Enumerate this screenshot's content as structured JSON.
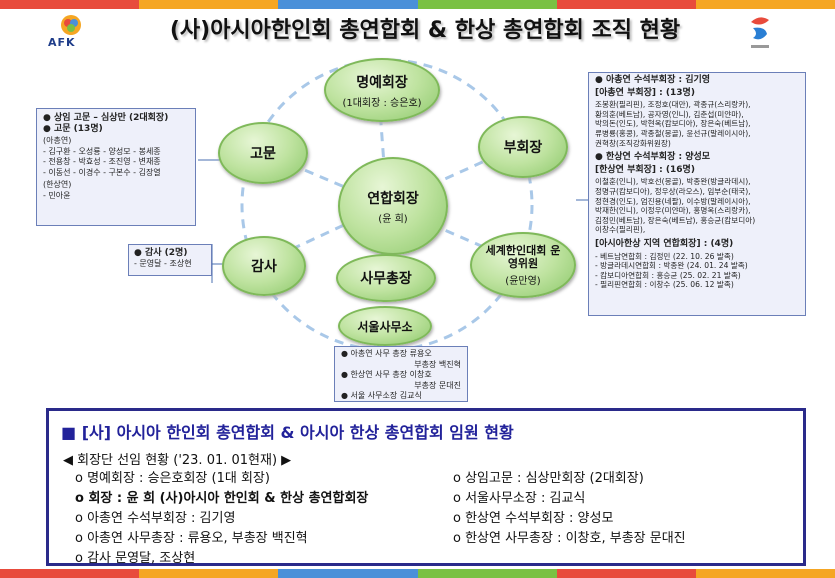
{
  "header": {
    "title": "(사)아시아한인회 총연합회 & 한상 총연합회 조직 현황",
    "logo_left_text": "AFK",
    "colors": {
      "green": "#8cc86a",
      "navy": "#2a2a8a",
      "bar": [
        "#e84b3c",
        "#f5a623",
        "#4a90d9",
        "#7ac143",
        "#e84b3c",
        "#f5a623"
      ]
    }
  },
  "nodes": {
    "honorary": {
      "title": "명예회장",
      "sub": "(1대회장 : 승은호)"
    },
    "advisor": {
      "title": "고문"
    },
    "vice": {
      "title": "부회장"
    },
    "president": {
      "title": "연합회장",
      "sub": "(윤 희)"
    },
    "auditor": {
      "title": "감사"
    },
    "secgen": {
      "title": "사무총장"
    },
    "committee": {
      "title": "세계한인대회 운영위원",
      "sub": "(윤만영)"
    },
    "seoul": {
      "title": "서울사무소"
    }
  },
  "left_panel": {
    "lines": [
      "● 상임 고문 – 심상만 (2대회장)",
      "● 고문 (13명)"
    ],
    "group1_label": "(아총연)",
    "group1": [
      "- 김구환 - 오성룡 - 양성모 - 봉세종",
      "- 전용창 - 박효성 - 조진영 - 변재종",
      "- 이동선 - 이경수 - 구본수 - 김장열"
    ],
    "group2_label": "(한상연)",
    "group2": [
      "- 민아윤"
    ]
  },
  "auditor_panel": {
    "title": "● 감사 (2명)",
    "line": "- 문영달 - 조상현"
  },
  "seoul_panel": {
    "lines": [
      "● 아총연 사무 총장 류용오",
      "부총장 백진혁",
      "● 한상연 사무 총장 이창호",
      "부총장 문대진",
      "● 서울 사무소장 김교식"
    ]
  },
  "right_panel": {
    "a_head": "● 아총연 수석부회장 : 김기영",
    "a_sub": "[아총연 부회장] : (13명)",
    "a_names": [
      "조봉환(필리핀), 조정호(대만), 곽종규(스리랑카),",
      "황의훈(베트남), 공자영(인니), 김춘섭(미얀마),",
      "박의돈(인도), 박현옥(캄보디아), 장은숙(베트남),",
      "류병룡(홍콩), 곽종철(몽골), 윤선규(말레이시아),",
      "권혁창(조직강화위원장)"
    ],
    "h_head": "● 한상연 수석부회장 : 양성모",
    "h_sub": "[한상연 부회장] : (16명)",
    "h_names": [
      "이철훈(인니), 박호선(몽골), 박종완(방글라데시),",
      "정명규(캄보디아), 정우상(라오스), 임부순(태국),",
      "정현경(인도), 엄진용(네팔), 이수방(말레이시아),",
      "박재한(인니), 이정우(미얀마), 홍명옥(스리랑카),",
      "김정민(베트남), 장은숙(베트남), 홍승균(캄보디아)",
      "이창수(필리핀),"
    ],
    "r_head": "[아시아한상 지역 연합회장] : (4명)",
    "r_lines": [
      "- 베트남연합회 : 김정민 (22. 10. 26 발족)",
      "- 방글라데시연합회 : 박종완 (24. 01. 24 발족)",
      "- 캄보디아연합회 : 홍승균 (25. 02. 21 발족)",
      "- 필리핀연합회 : 이창수 (25. 06. 12 발족)"
    ]
  },
  "officers": {
    "title": "■ [사] 아시아 한인회 총연합회 & 아시아 한상 총연합회 임원 현황",
    "subtitle": "◀ 회장단 선임 현황 ('23. 01. 01현재) ▶",
    "left": [
      "o 명예회장 : 승은호회장 (1대 회장)",
      "o 회장 : 윤 희 (사)아시아 한인회 & 한상 총연합회장",
      "o 아총연 수석부회장 : 김기영",
      "o  아총연  사무총장  :  류용오,  부총장  백진혁",
      "o 감사 문영달, 조상현"
    ],
    "right": [
      "o 상임고문 : 심상만회장 (2대회장)",
      "o 서울사무소장 : 김교식",
      "o 한상연 수석부회장 : 양성모",
      "o  한상연  사무총장  :  이창호,  부총장  문대진"
    ]
  }
}
